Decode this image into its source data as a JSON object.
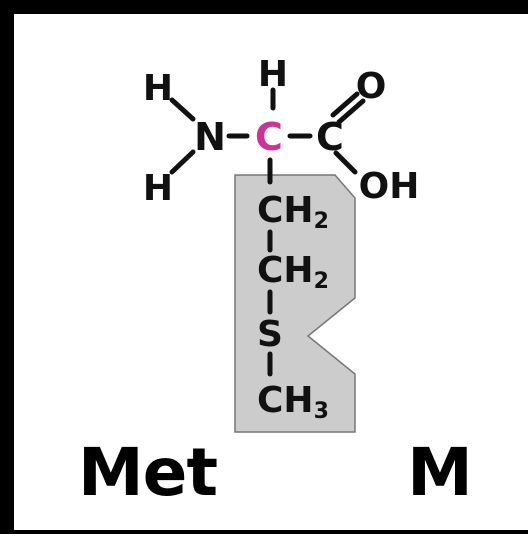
{
  "card": {
    "three_letter_code": "Met",
    "one_letter_code": "M"
  },
  "molecule": {
    "amine": {
      "n": "N",
      "h_top": "H",
      "h_bottom": "H"
    },
    "alpha": {
      "c": "C",
      "h": "H"
    },
    "carboxyl": {
      "c": "C",
      "o": "O",
      "oh": "OH"
    },
    "side_chain": {
      "ch2_1_main": "CH",
      "ch2_1_sub": "2",
      "ch2_2_main": "CH",
      "ch2_2_sub": "2",
      "s": "S",
      "ch3_main": "CH",
      "ch3_sub": "3"
    }
  },
  "colors": {
    "frame": "#000000",
    "alpha_carbon": "#cc3399",
    "side_chain_fill": "#cccccc",
    "side_chain_stroke": "#777777",
    "text": "#111111"
  }
}
